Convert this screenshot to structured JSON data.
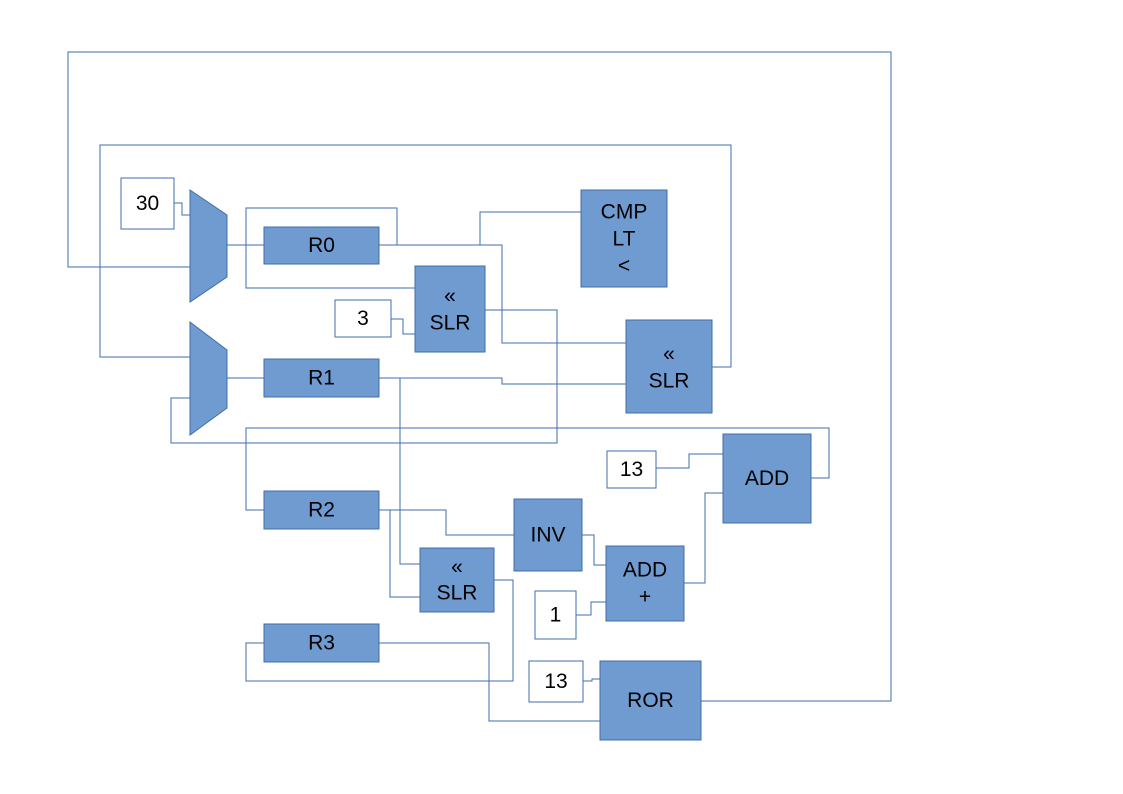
{
  "colors": {
    "block_fill": "#6f9bd1",
    "block_stroke": "#3f6ea8",
    "wire": "#3f6ea8",
    "const_fill": "#ffffff",
    "const_stroke": "#3f6ea8"
  },
  "constants": {
    "c30": "30",
    "c3": "3",
    "c13_add": "13",
    "c1": "1",
    "c13_ror": "13"
  },
  "registers": {
    "r0": "R0",
    "r1": "R1",
    "r2": "R2",
    "r3": "R3"
  },
  "units": {
    "cmp": [
      "CMP",
      "LT",
      "<"
    ],
    "slr_mid": [
      "«",
      "SLR"
    ],
    "slr_right": [
      "«",
      "SLR"
    ],
    "slr_low": [
      "«",
      "SLR"
    ],
    "inv": [
      "INV"
    ],
    "add_plus": [
      "ADD",
      "+"
    ],
    "add": [
      "ADD"
    ],
    "ror": [
      "ROR"
    ]
  }
}
